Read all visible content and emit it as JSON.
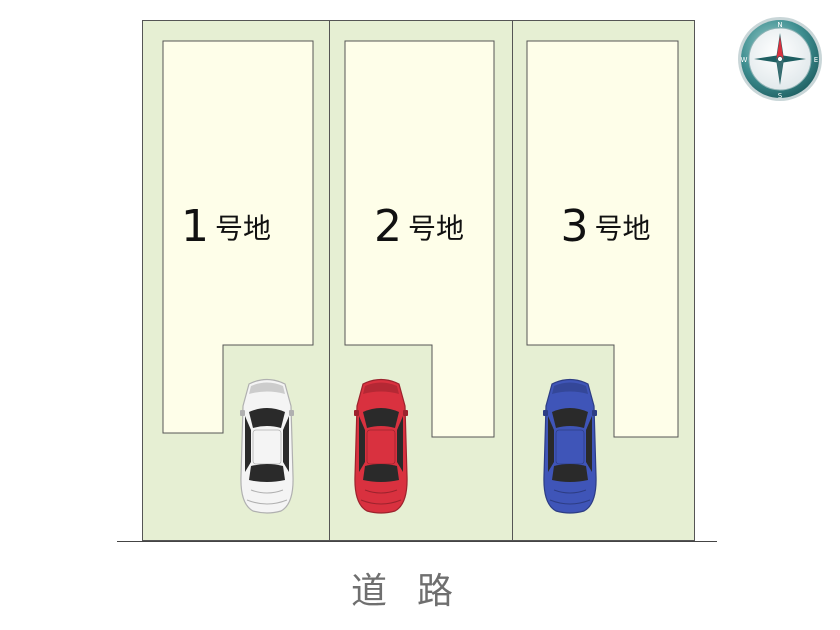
{
  "colors": {
    "lot_background": "#e6efd3",
    "building_fill": "#fefee9",
    "line": "#555555"
  },
  "lots": [
    {
      "number": "1",
      "suffix": "号地",
      "car_color": "#f4f4f4"
    },
    {
      "number": "2",
      "suffix": "号地",
      "car_color": "#d9313f"
    },
    {
      "number": "3",
      "suffix": "号地",
      "car_color": "#3f55b8"
    }
  ],
  "road": {
    "label": "道路"
  },
  "compass": {
    "north": "N",
    "south": "S",
    "east": "E",
    "west": "W"
  }
}
